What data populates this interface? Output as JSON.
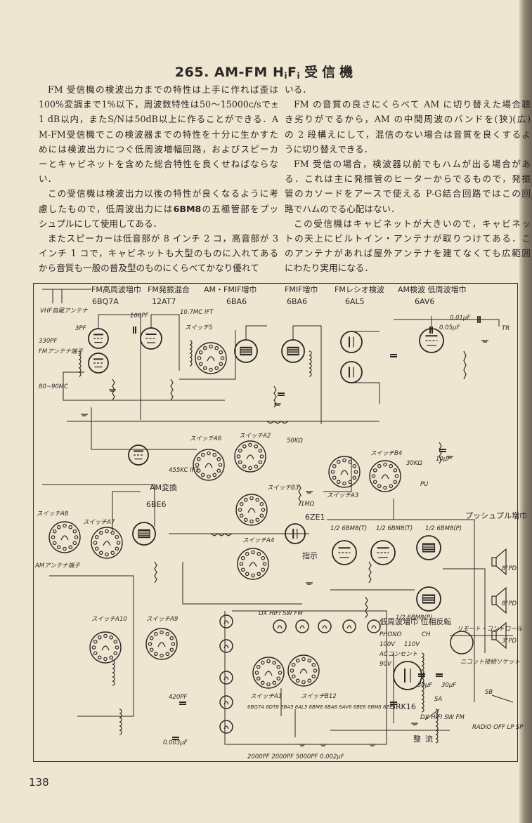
{
  "title": {
    "number": "265.",
    "name": "AM-FM",
    "h": "H",
    "i1": "i",
    "f": "F",
    "i2": "i",
    "jp": "受信機"
  },
  "left_column": {
    "paragraphs": [
      {
        "continued": false,
        "lines": [
          [
            "FM 受信機の検波出力までの特性は上手に作れば歪は"
          ],
          [
            "100%変調まで1%以下，周波数特性は50～15000c/sで±"
          ],
          [
            "1 dB以内，またS/Nは50dB以上に作ることができる．A"
          ],
          [
            "M-FM受信機でこの検波器までの特性を十分に生かすた"
          ],
          [
            "めには検波出力につぐ低周波増幅回路，およびスピーカ"
          ],
          [
            "ーとキャビネットを含めた総合特性を良くせねばならな"
          ],
          [
            "い．"
          ]
        ]
      },
      {
        "continued": false,
        "lines": [
          [
            "この受信機は検波出力以後の特性が良くなるように考"
          ],
          [
            "慮したもので，低周波出力には",
            "6BM8",
            "の五極管部をプッ"
          ],
          [
            "シュプルにして使用してある．"
          ]
        ]
      },
      {
        "continued": false,
        "lines": [
          [
            "またスピーカーは低音部が 8 インチ 2 コ，高音部が 3"
          ],
          [
            "インチ 1 コで，キャビネットも大型のものに入れてある"
          ],
          [
            "から音質も一般の普及型のものにくらべてかなり優れて"
          ]
        ]
      }
    ]
  },
  "right_column": {
    "paragraphs": [
      {
        "continued": true,
        "lines": [
          [
            "いる．"
          ]
        ]
      },
      {
        "continued": false,
        "lines": [
          [
            "FM の音質の良さにくらべて AM に切り替えた場合聴"
          ],
          [
            "き劣りがでるから，AM の中間周波のバンドを(狭)(広)"
          ],
          [
            "の 2 段構えにして，混信のない場合は音質を良くするよ"
          ],
          [
            "うに切り替えできる．"
          ]
        ]
      },
      {
        "continued": false,
        "lines": [
          [
            "FM 受信の場合，検波器以前でもハムが出る場合があ"
          ],
          [
            "る．これは主に発振管のヒーターからでるもので，発振"
          ],
          [
            "管のカソードをアースで使える P-G結合回路ではこの回"
          ],
          [
            "路でハムのでる心配はない．"
          ]
        ]
      },
      {
        "continued": false,
        "lines": [
          [
            "この受信機はキャビネットが大きいので，キャビネッ"
          ],
          [
            "トの天上にビルトイン・アンテナが取りつけてある．こ"
          ],
          [
            "のアンテナがあれば屋外アンテナを建てなくても広範囲"
          ],
          [
            "にわたり実用になる．"
          ]
        ]
      }
    ]
  },
  "schematic": {
    "stages": {
      "rf_amp": "FM高周波増巾",
      "rf_amp_tube": "6BQ7A",
      "osc_mix": "FM発振混合",
      "osc_mix_tube": "12AT7",
      "if_amp": "AM・FMIF増巾",
      "if_amp_tube": "6BA6",
      "fmif_amp": "FMIF増巾",
      "fmif_amp_tube": "6BA6",
      "ratio_det": "FMレシオ検波",
      "ratio_det_tube": "6AL5",
      "am_det": "AM検波 低周波増巾",
      "am_det_tube": "6AV6"
    },
    "labels": {
      "vhf_antenna": "VHF自蔵アンテナ",
      "fm_antenna": "FMアンテナ端子",
      "fm_band": "80~90MC",
      "ifT107": "10.7MC IFT",
      "sw5": "スイッチ5",
      "swA6": "スイッチA6",
      "swA2": "スイッチA2",
      "swB3": "スイッチB3",
      "swA4": "スイッチA4",
      "swA3": "スイッチA3",
      "swB4": "スイッチB4",
      "swA7": "スイッチA7",
      "swA8": "スイッチA8",
      "swA9": "スイッチA9",
      "swA10": "スイッチA10",
      "swA1": "スイッチA1",
      "swB12": "スイッチB12",
      "ift455": "455KC IFT",
      "am_conv": "AM変換",
      "am_conv_tube": "6BE6",
      "am_antenna": "AMアンテナ端子",
      "indicator_tube": "6ZE1",
      "indicator": "指示",
      "pu": "PU",
      "tr": "TR",
      "bm8_t1": "1/2 6BM8(T)",
      "bm8_t2": "1/2 6BM8(T)",
      "bm8_p1": "1/2 6BM8(P)",
      "bm8_p2": "1/2 6BM8(P)",
      "pushpull": "プッシュプル増巾",
      "spk1": "8\"PD",
      "spk2": "8\"PD",
      "spk3": "3\"PD",
      "lamps": "DX  HIFI  SW  FM",
      "lf_amp": "低周波増巾 位相反転",
      "phono": "PHONO",
      "ac": "ACコンセント",
      "v100": "100V",
      "v110": "110V",
      "v90": "90V",
      "ch": "CH",
      "rect_tube": "5RK16",
      "rect": "整流",
      "remote": "リモート・コントロール",
      "socket": "ニコット接続ソケット",
      "sa": "SA",
      "sb": "SB",
      "sa_pos": "DX HIFI SW FM",
      "sb_pos": "RADIO OFF LP SP",
      "heaters": "6BQ7A 6DT8 6BA5 6AL5 6BM8 6BA6 6AV6 6BE6 6BM8 6ZE1",
      "bypass": "2000PF 2000PF 5000PF 0.002μF",
      "c001": "0.01μF",
      "c005": "0.05μF",
      "c10": "10μF",
      "c30a": "30μF",
      "c30b": "30μF",
      "r30k": "30KΩ",
      "r1m": "1MΩ",
      "r50k": "50KΩ",
      "c420": "420PF",
      "c0003": "0.003μF",
      "c330": "330PF",
      "c100": "100PF",
      "c3": "3PF"
    }
  },
  "page_number": "138"
}
